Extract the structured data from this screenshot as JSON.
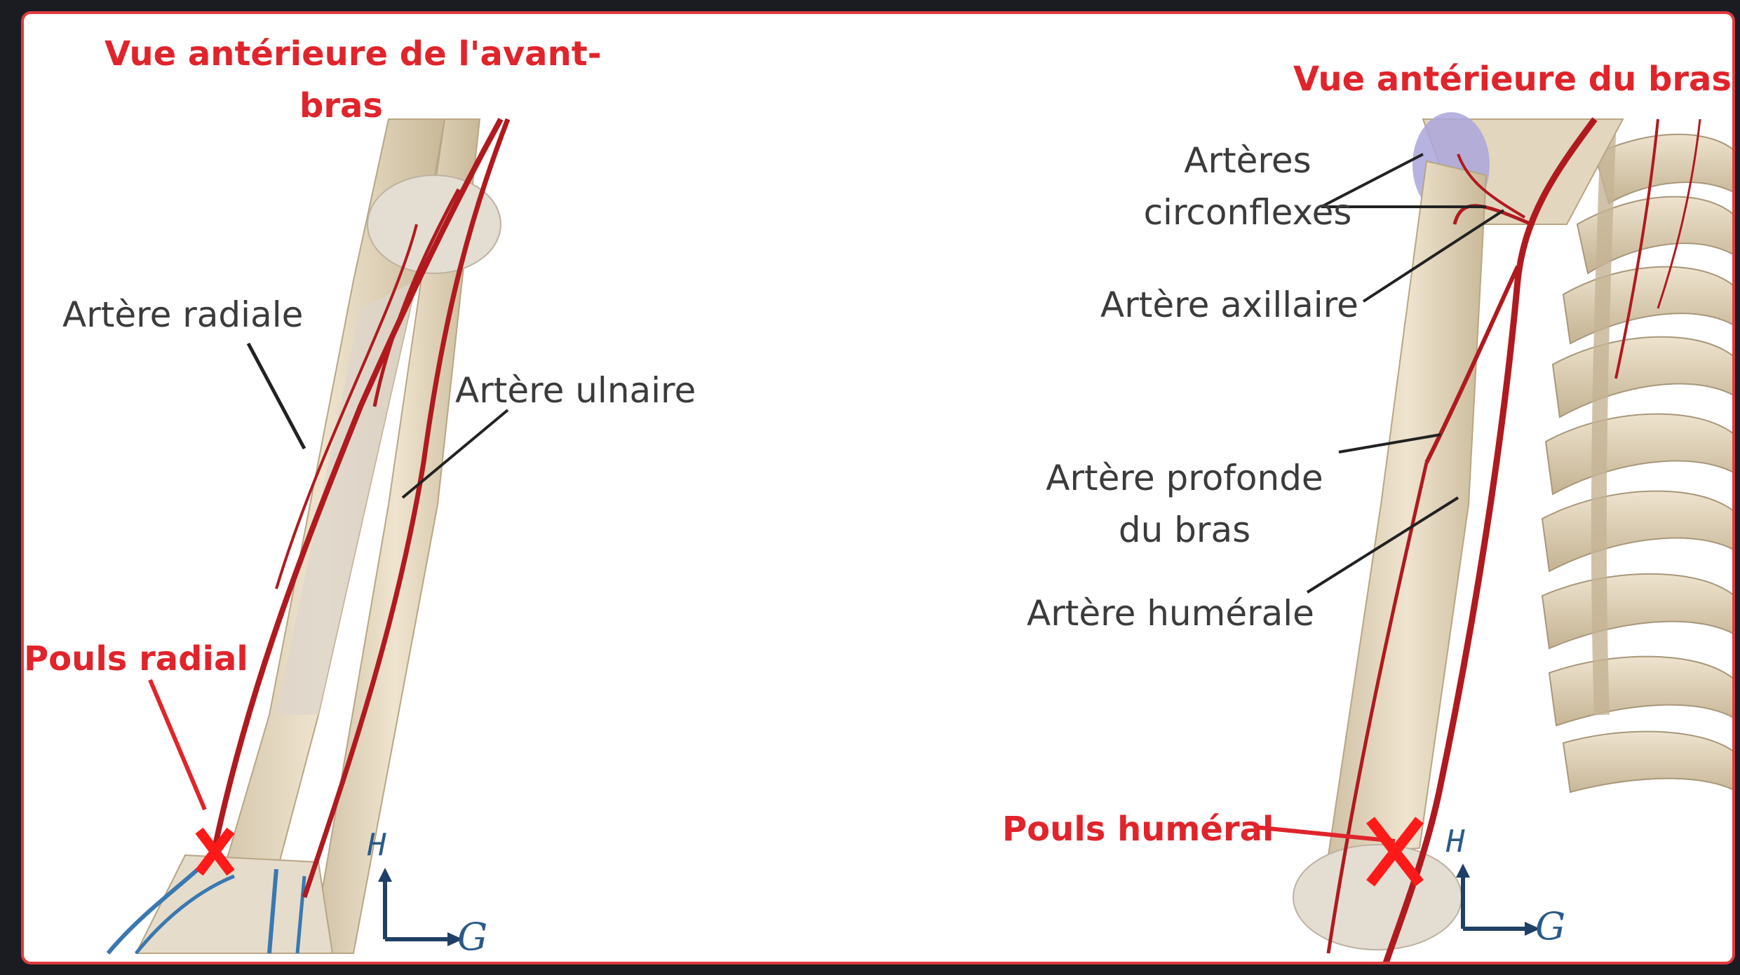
{
  "left_panel": {
    "title_line1": "Vue antérieure de l'avant-",
    "title_line2": "bras",
    "label_radiale": "Artère radiale",
    "label_ulnaire": "Artère ulnaire",
    "label_pouls_radial": "Pouls radial",
    "axis_up": "H",
    "axis_right": "G"
  },
  "right_panel": {
    "title": "Vue antérieure du bras",
    "label_circonflexes_line1": "Artères",
    "label_circonflexes_line2": "circonflexes",
    "label_axillaire": "Artère axillaire",
    "label_profonde_line1": "Artère profonde",
    "label_profonde_line2": "du bras",
    "label_humerale": "Artère humérale",
    "label_pouls_humeral": "Pouls huméral",
    "axis_up": "H",
    "axis_right": "G"
  },
  "colors": {
    "frame": "#e03a3e",
    "title_red": "#e0242b",
    "artery": "#b01a1f",
    "bone": "#e3d6bf",
    "vein": "#3a78b0"
  }
}
